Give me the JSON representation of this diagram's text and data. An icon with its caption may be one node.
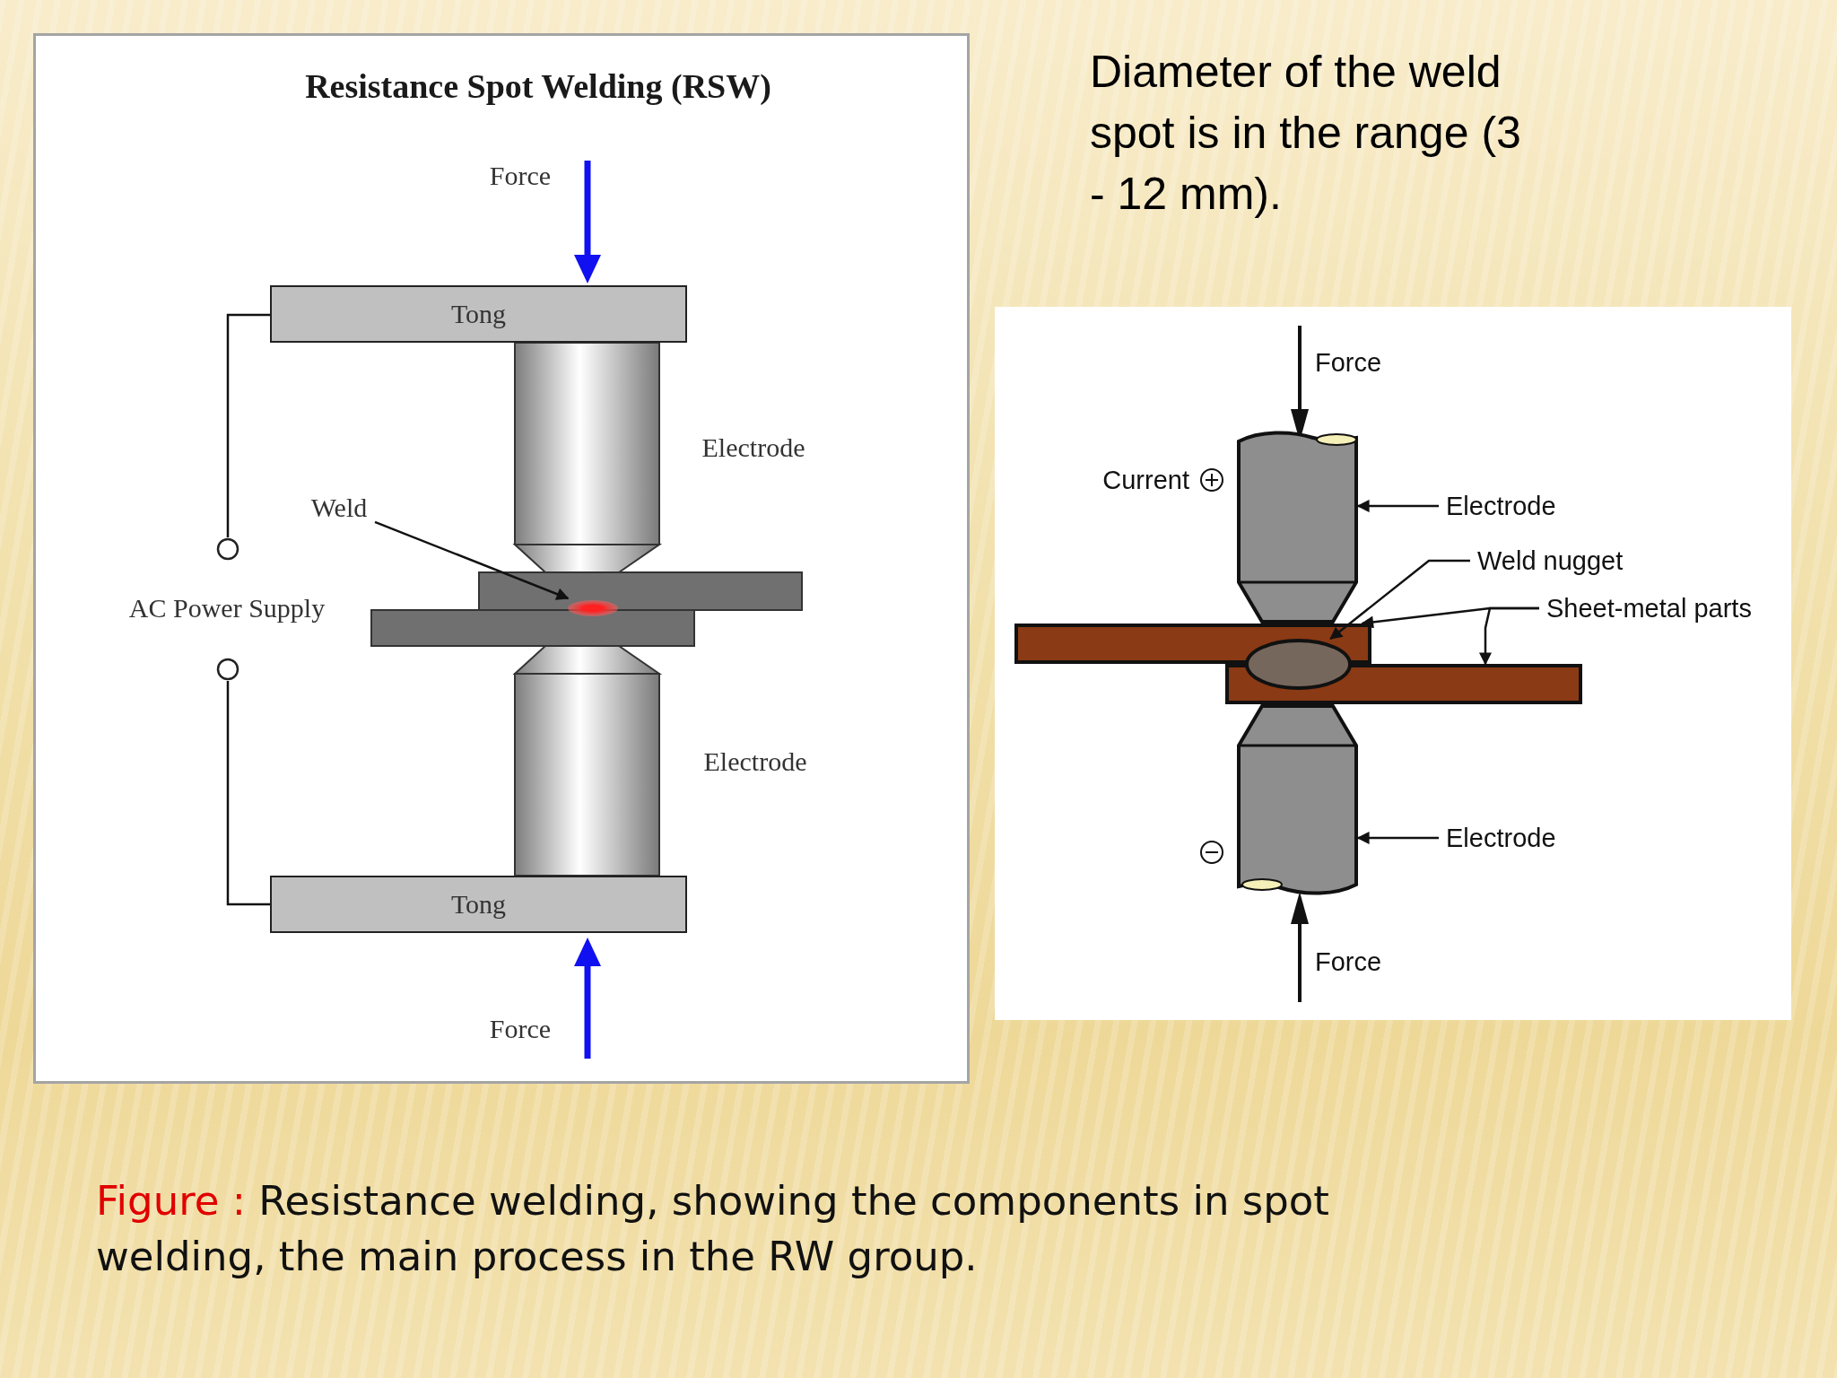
{
  "diagram": {
    "caption": "Resistance welding, showing the components in spot welding, the main process in the RW group.",
    "nodes": [
      {
        "text": [
          "Resistance Spot Welding (RSW)"
        ]
      },
      {
        "text": [
          "Tong"
        ],
        "in": 0
      },
      {
        "text": [
          "Weld"
        ],
        "in": 0
      },
      {
        "text": [],
        "shape": "circle",
        "in": 0
      },
      {
        "text": [],
        "shape": "ellipse",
        "in": 0
      },
      {
        "text": [],
        "shape": "circle",
        "in": 0
      },
      {
        "text": [
          "Tong"
        ],
        "in": 0
      },
      {
        "text": [],
        "shape": "cylinder"
      },
      {
        "text": [
          "Electrode"
        ]
      },
      {
        "text": [
          "Weld nugget"
        ]
      },
      {
        "text": [
          "Sheet-metal parts"
        ]
      },
      {
        "text": [],
        "shape": "bar"
      },
      {
        "text": [],
        "shape": "ellipse"
      },
      {
        "text": [],
        "shape": "bar"
      },
      {
        "text": [],
        "shape": "cylinder"
      },
      {
        "text": [
          "Electrode"
        ]
      }
    ],
    "edges": [
      {
        "from": 1,
        "to": 3,
        "arrow": "none"
      },
      {
        "from": 6,
        "to": 5,
        "arrow": "none"
      },
      {
        "from": 2,
        "to": 4,
        "arrow": "to"
      },
      {
        "from": 8,
        "to": 7,
        "arrow": "to"
      },
      {
        "from": 9,
        "to": 12,
        "arrow": "to"
      },
      {
        "from": 10,
        "to": 11,
        "arrow": "to"
      },
      {
        "from": 10,
        "to": 13,
        "arrow": "to"
      },
      {
        "from": 15,
        "to": 14,
        "arrow": "to"
      }
    ],
    "labels": [
      "Diameter of the weld spot is in the range (3 - 12 mm).",
      "Force",
      "Electrode",
      "AC Power Supply",
      "Electrode",
      "Force",
      "Force",
      "Current",
      "Force",
      "Figure :"
    ]
  }
}
